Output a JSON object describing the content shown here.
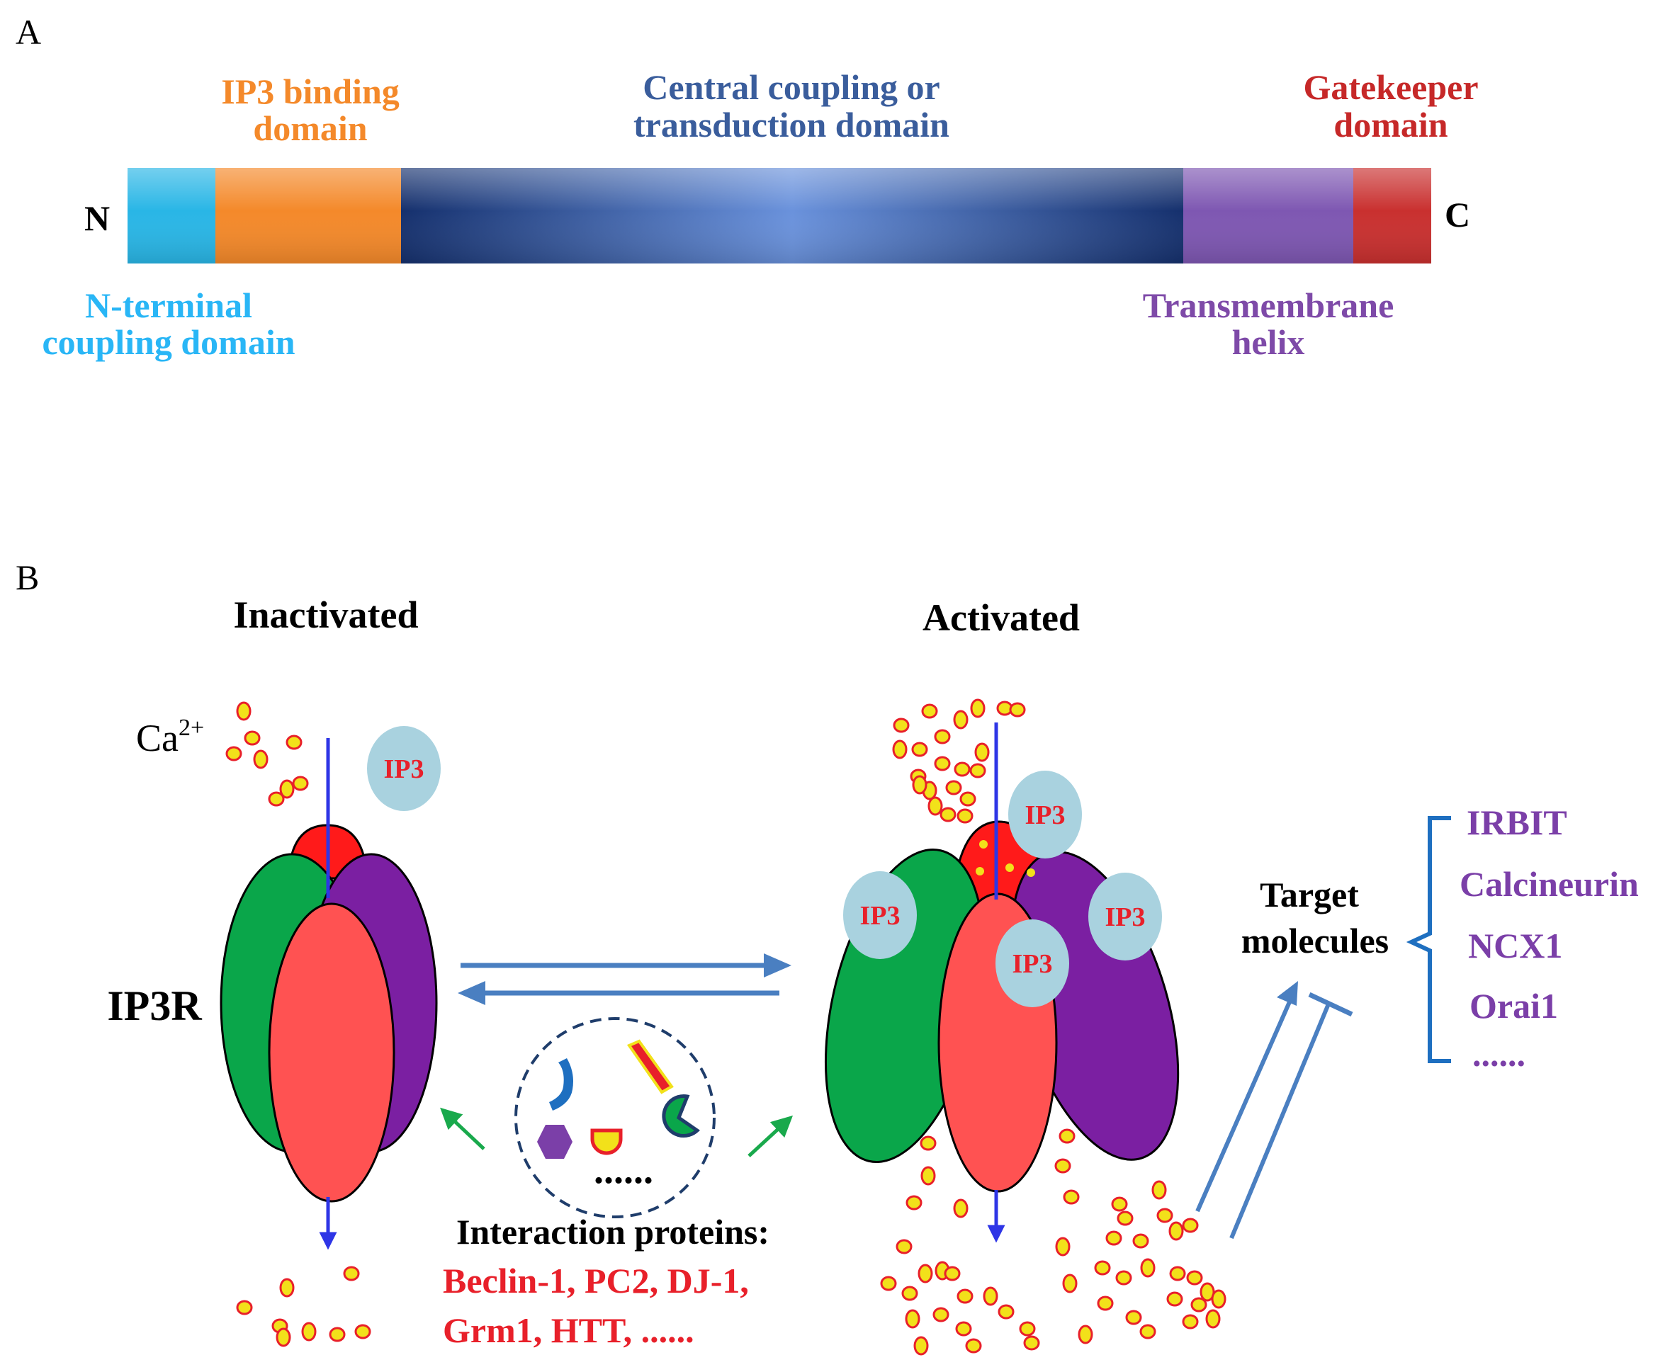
{
  "panel_a": {
    "letter": "A",
    "n_end": "N",
    "c_end": "C",
    "domains": [
      {
        "lines": [
          "N-terminal",
          "coupling domain"
        ],
        "color": "#29b6f6"
      },
      {
        "lines": [
          "IP3 binding",
          "domain"
        ],
        "color": "#f4892a"
      },
      {
        "lines": [
          "Central coupling or",
          "transduction domain"
        ],
        "color": "#3a5d9c"
      },
      {
        "lines": [
          "Transmembrane",
          "helix"
        ],
        "color": "#7e4aa8"
      },
      {
        "lines": [
          "Gatekeeper",
          "domain"
        ],
        "color": "#c62828"
      }
    ]
  },
  "panel_b": {
    "letter": "B",
    "inactivated_title": "Inactivated",
    "activated_title": "Activated",
    "ca_label": "Ca",
    "ca_superscript": "2+",
    "receptor_label": "IP3R",
    "ip3_label": "IP3",
    "interaction_title": "Interaction proteins:",
    "interaction_lines": [
      "Beclin-1, PC2,  DJ-1,",
      "Grm1, HTT,  ......"
    ],
    "dots": "......",
    "target_label": [
      "Target",
      "molecules"
    ],
    "targets": [
      "IRBIT",
      "Calcineurin",
      "NCX1",
      "Orai1",
      "......"
    ]
  },
  "colors": {
    "ip3_bubble": "#a9d2df",
    "ip3_text": "#e8202a",
    "calcium_fill": "#f2e11a",
    "calcium_stroke": "#e8202a",
    "green_subunit": "#0aa64a",
    "purple_subunit": "#7b1fa2",
    "red_subunit": "#ff5252",
    "pore_top": "#ff1a1a",
    "arrow_blue": "#4a7fc1",
    "flow_arrow": "#2e35e6",
    "target_purple": "#7b3fa8",
    "interaction_red": "#e8202a"
  }
}
